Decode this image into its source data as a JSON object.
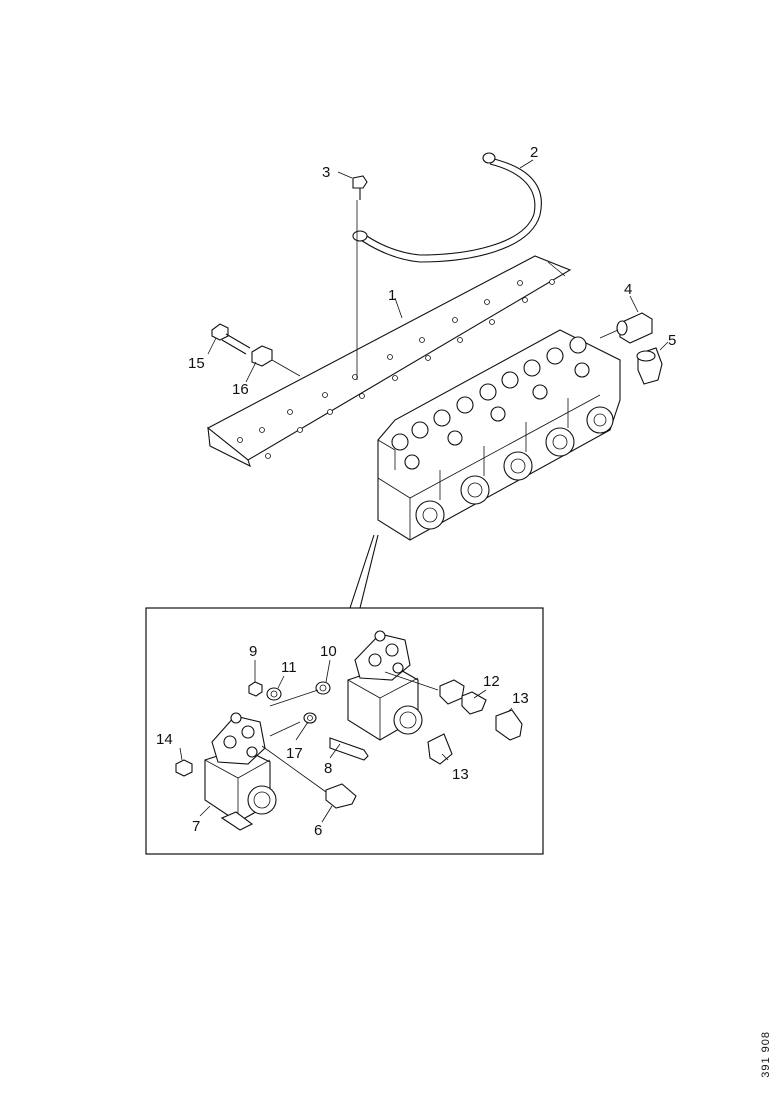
{
  "figure": {
    "reference_code": "391 908",
    "callouts": [
      {
        "id": "c1",
        "text": "1"
      },
      {
        "id": "c2",
        "text": "2"
      },
      {
        "id": "c3",
        "text": "3"
      },
      {
        "id": "c4",
        "text": "4"
      },
      {
        "id": "c5",
        "text": "5"
      },
      {
        "id": "c15",
        "text": "15"
      },
      {
        "id": "c16",
        "text": "16"
      },
      {
        "id": "d9",
        "text": "9"
      },
      {
        "id": "d10",
        "text": "10"
      },
      {
        "id": "d11",
        "text": "11"
      },
      {
        "id": "d12",
        "text": "12"
      },
      {
        "id": "d13a",
        "text": "13"
      },
      {
        "id": "d13b",
        "text": "13"
      },
      {
        "id": "d14",
        "text": "14"
      },
      {
        "id": "d17",
        "text": "17"
      },
      {
        "id": "d8",
        "text": "8"
      },
      {
        "id": "d7",
        "text": "7"
      },
      {
        "id": "d6",
        "text": "6"
      }
    ]
  }
}
